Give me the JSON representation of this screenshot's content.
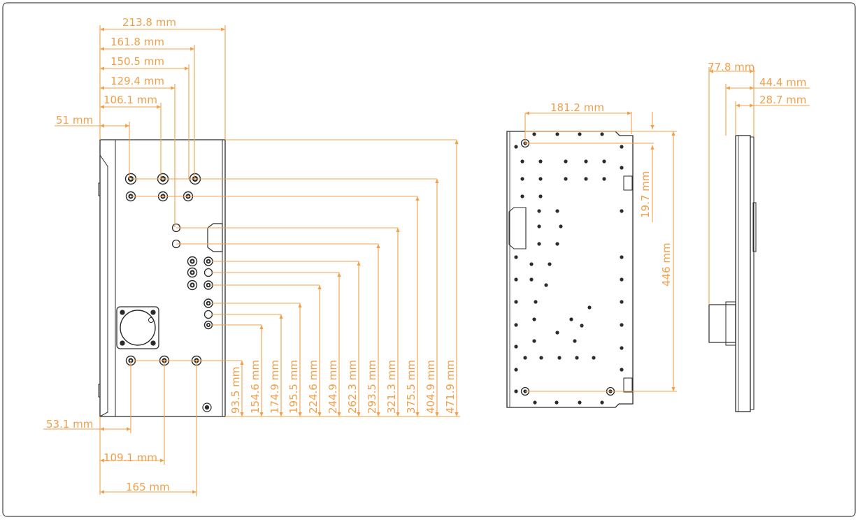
{
  "colors": {
    "dimension": "#f0a04a",
    "outline": "#2b2b2b",
    "frame": "#444444",
    "background": "#ffffff"
  },
  "unit_label": "mm",
  "front_view": {
    "top_widths": [
      "213.8 mm",
      "161.8 mm",
      "150.5 mm",
      "129.4 mm",
      "106.1 mm",
      "51 mm"
    ],
    "bottom_widths": [
      "53.1 mm",
      "109.1 mm",
      "165 mm"
    ],
    "heights": [
      "93.5 mm",
      "154.6 mm",
      "174.9 mm",
      "195.5 mm",
      "224.6 mm",
      "244.9 mm",
      "262.3 mm",
      "293.5 mm",
      "321.3 mm",
      "375.5 mm",
      "404.9 mm",
      "471.9 mm"
    ]
  },
  "back_view": {
    "width": "181.2 mm",
    "offset": "19.7 mm",
    "height": "446 mm"
  },
  "side_view": {
    "depths": [
      "77.8 mm",
      "44.4 mm",
      "28.7 mm"
    ]
  },
  "icons": [
    "circular-connector-icon",
    "bnc-connector-icon",
    "mounting-screw-icon",
    "handle-icon"
  ]
}
